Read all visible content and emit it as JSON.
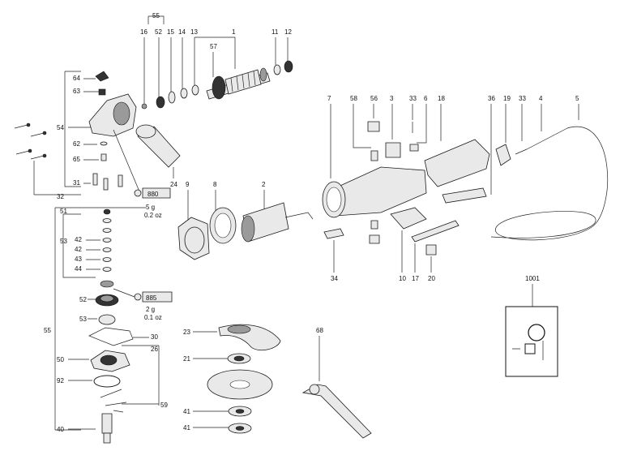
{
  "callouts": {
    "c55_top": "55",
    "c16": "16",
    "c52_top": "52",
    "c15": "15",
    "c14": "14",
    "c13": "13",
    "c1": "1",
    "c57": "57",
    "c11": "11",
    "c12": "12",
    "c64": "64",
    "c63": "63",
    "c54": "54",
    "c62": "62",
    "c65": "65",
    "c31": "31",
    "c32": "32",
    "c24": "24",
    "c9": "9",
    "c8": "8",
    "c2": "2",
    "c7": "7",
    "c58": "58",
    "c56": "56",
    "c3": "3",
    "c33a": "33",
    "c6": "6",
    "c18": "18",
    "c36": "36",
    "c19": "19",
    "c33b": "33",
    "c4": "4",
    "c5": "5",
    "c34": "34",
    "c10": "10",
    "c17": "17",
    "c20": "20",
    "c1001": "1001",
    "c51": "51",
    "c53a": "53",
    "c42a": "42",
    "c42b": "42",
    "c43": "43",
    "c44": "44",
    "c52b": "52",
    "c53b": "53",
    "c55_side": "55",
    "c30": "30",
    "c26": "26",
    "c50": "50",
    "c92": "92",
    "c59": "59",
    "c40": "40",
    "c23": "23",
    "c21": "21",
    "c41a": "41",
    "c41b": "41",
    "c68": "68"
  },
  "grease_labels": {
    "tag880": "880",
    "tag880_weight": "5 g",
    "tag880_oz": "0.2 oz",
    "tag885": "885",
    "tag885_weight": "2 g",
    "tag885_oz": "0.1 oz"
  },
  "colors": {
    "line": "#222222",
    "part_fill": "#e9e9e9",
    "dark": "#333333"
  }
}
